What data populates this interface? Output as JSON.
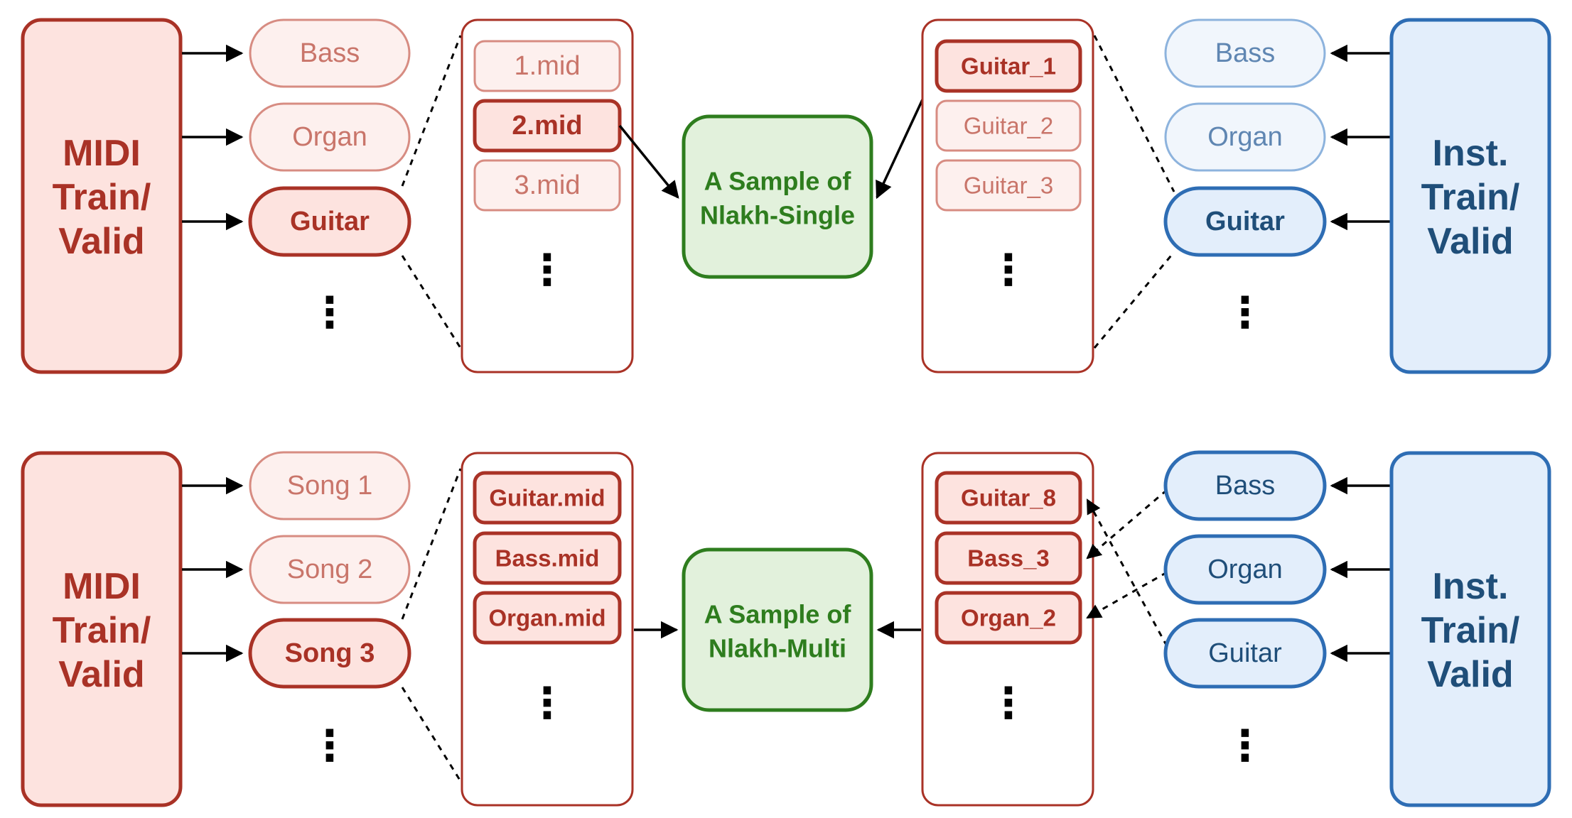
{
  "colors": {
    "red_stroke": "#A93226",
    "red_fill": "#FDE3DF",
    "red_text": "#A93226",
    "red_faded_text": "#C9756A",
    "red_faded_stroke": "#D78C82",
    "blue_stroke": "#2E6DB4",
    "blue_fill": "#E3EEFB",
    "blue_text": "#1F4E79",
    "blue_faded_stroke": "#8DB3DD",
    "blue_faded_text": "#5F86B2",
    "green_stroke": "#2E7D1E",
    "green_fill": "#E2F1DC",
    "green_text": "#2E7D1E"
  },
  "ellipsis": "⋮",
  "top": {
    "midi_source": {
      "line1": "MIDI",
      "line2": "Train/",
      "line3": "Valid"
    },
    "midi_categories": [
      "Bass",
      "Organ",
      "Guitar"
    ],
    "midi_selected_index": 2,
    "midi_files": [
      "1.mid",
      "2.mid",
      "3.mid"
    ],
    "midi_file_selected_index": 1,
    "sample": {
      "line1": "A Sample of",
      "line2": "Nlakh-Single"
    },
    "inst_samples": [
      "Guitar_1",
      "Guitar_2",
      "Guitar_3"
    ],
    "inst_sample_selected_index": 0,
    "inst_categories": [
      "Bass",
      "Organ",
      "Guitar"
    ],
    "inst_selected_index": 2,
    "inst_source": {
      "line1": "Inst.",
      "line2": "Train/",
      "line3": "Valid"
    }
  },
  "bottom": {
    "midi_source": {
      "line1": "MIDI",
      "line2": "Train/",
      "line3": "Valid"
    },
    "midi_categories": [
      "Song 1",
      "Song 2",
      "Song 3"
    ],
    "midi_selected_index": 2,
    "midi_files": [
      "Guitar.mid",
      "Bass.mid",
      "Organ.mid"
    ],
    "sample": {
      "line1": "A Sample of",
      "line2": "Nlakh-Multi"
    },
    "inst_samples": [
      "Guitar_8",
      "Bass_3",
      "Organ_2"
    ],
    "inst_categories": [
      "Bass",
      "Organ",
      "Guitar"
    ],
    "inst_source": {
      "line1": "Inst.",
      "line2": "Train/",
      "line3": "Valid"
    }
  }
}
